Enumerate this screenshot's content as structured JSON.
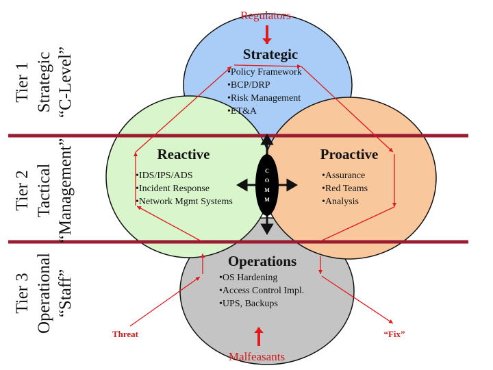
{
  "top_input": "Regulators",
  "bottom_input": "Malfeasants",
  "side_labels": {
    "tier1": {
      "line1": "Tier 1",
      "line2": "Strategic",
      "line3": "“C-Level”"
    },
    "tier2": {
      "line1": "Tier 2",
      "line2": "Tactical",
      "line3": "“Management”"
    },
    "tier3": {
      "line1": "Tier 3",
      "line2": "Operational",
      "line3": "“Staff”"
    }
  },
  "circles": {
    "strategic": {
      "title": "Strategic",
      "items": [
        "•Policy Framework",
        "•BCP/DRP",
        "•Risk Management",
        "•ET&A"
      ],
      "color": "#a9cdf7"
    },
    "reactive": {
      "title": "Reactive",
      "items": [
        "•IDS/IPS/ADS",
        "•Incident Response",
        "•Network Mgmt Systems"
      ],
      "color": "#d9f5cc"
    },
    "proactive": {
      "title": "Proactive",
      "items": [
        "•Assurance",
        "•Red Teams",
        "•Analysis"
      ],
      "color": "#f8c79c"
    },
    "operations": {
      "title": "Operations",
      "items": [
        "•OS Hardening",
        "•Access Control Impl.",
        "•UPS, Backups"
      ],
      "color": "#c4c4c4"
    }
  },
  "comm_letters": [
    "C",
    "O",
    "M",
    "M"
  ],
  "threat_label": "Threat",
  "fix_label": "“Fix”",
  "colors": {
    "tier_line": "#9b1b30",
    "flow_red": "#e0191b",
    "text_red": "#d11a1a",
    "text": "#111111"
  }
}
